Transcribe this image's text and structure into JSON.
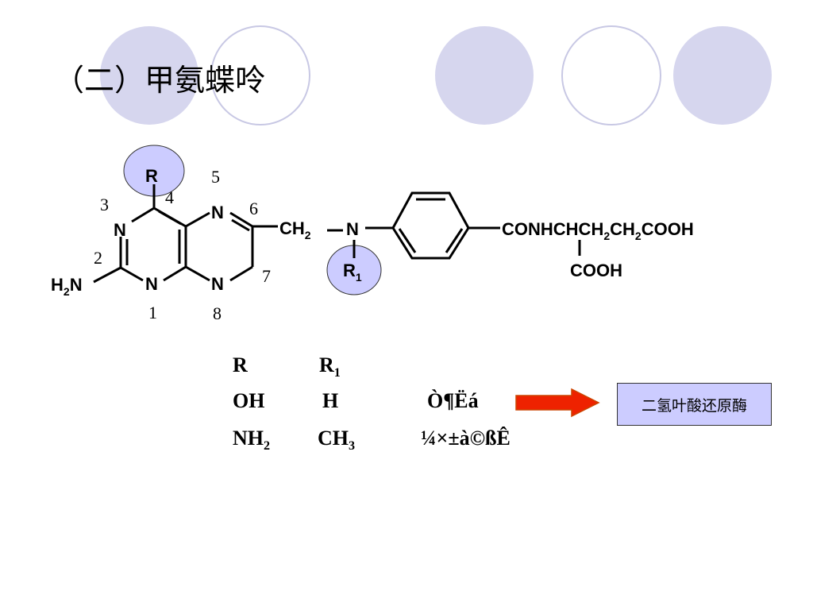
{
  "title": "（二）甲氨蝶呤",
  "structure": {
    "atoms": {
      "R": "R",
      "N": "N",
      "H2N": [
        "H",
        "2",
        "N"
      ],
      "CH2": [
        "CH",
        "2"
      ],
      "R1": [
        "R",
        "1"
      ],
      "side_chain": [
        "CONHCHCH",
        "2",
        "CH",
        "2",
        "COOH"
      ],
      "cooh": "COOH"
    },
    "ring_numbers": [
      "1",
      "2",
      "3",
      "4",
      "5",
      "6",
      "7",
      "8"
    ]
  },
  "table": {
    "header": {
      "r": "R",
      "r1_main": "R",
      "r1_sub": "1"
    },
    "rows": [
      {
        "r_main": "OH",
        "r_sub": "",
        "r1_main": "H",
        "r1_sub": "",
        "name": "Ò¶Ëá"
      },
      {
        "r_main": "NH",
        "r_sub": "2",
        "r1_main": "CH",
        "r1_sub": "3",
        "name": "¼×±à©ßÊ"
      }
    ]
  },
  "enzyme_label": "二氢叶酸还原酶",
  "colors": {
    "circle_fill": "#d6d6ee",
    "highlight_fill": "#ccccff",
    "arrow_fill": "#ee2200",
    "arrow_border": "#cc4400"
  }
}
